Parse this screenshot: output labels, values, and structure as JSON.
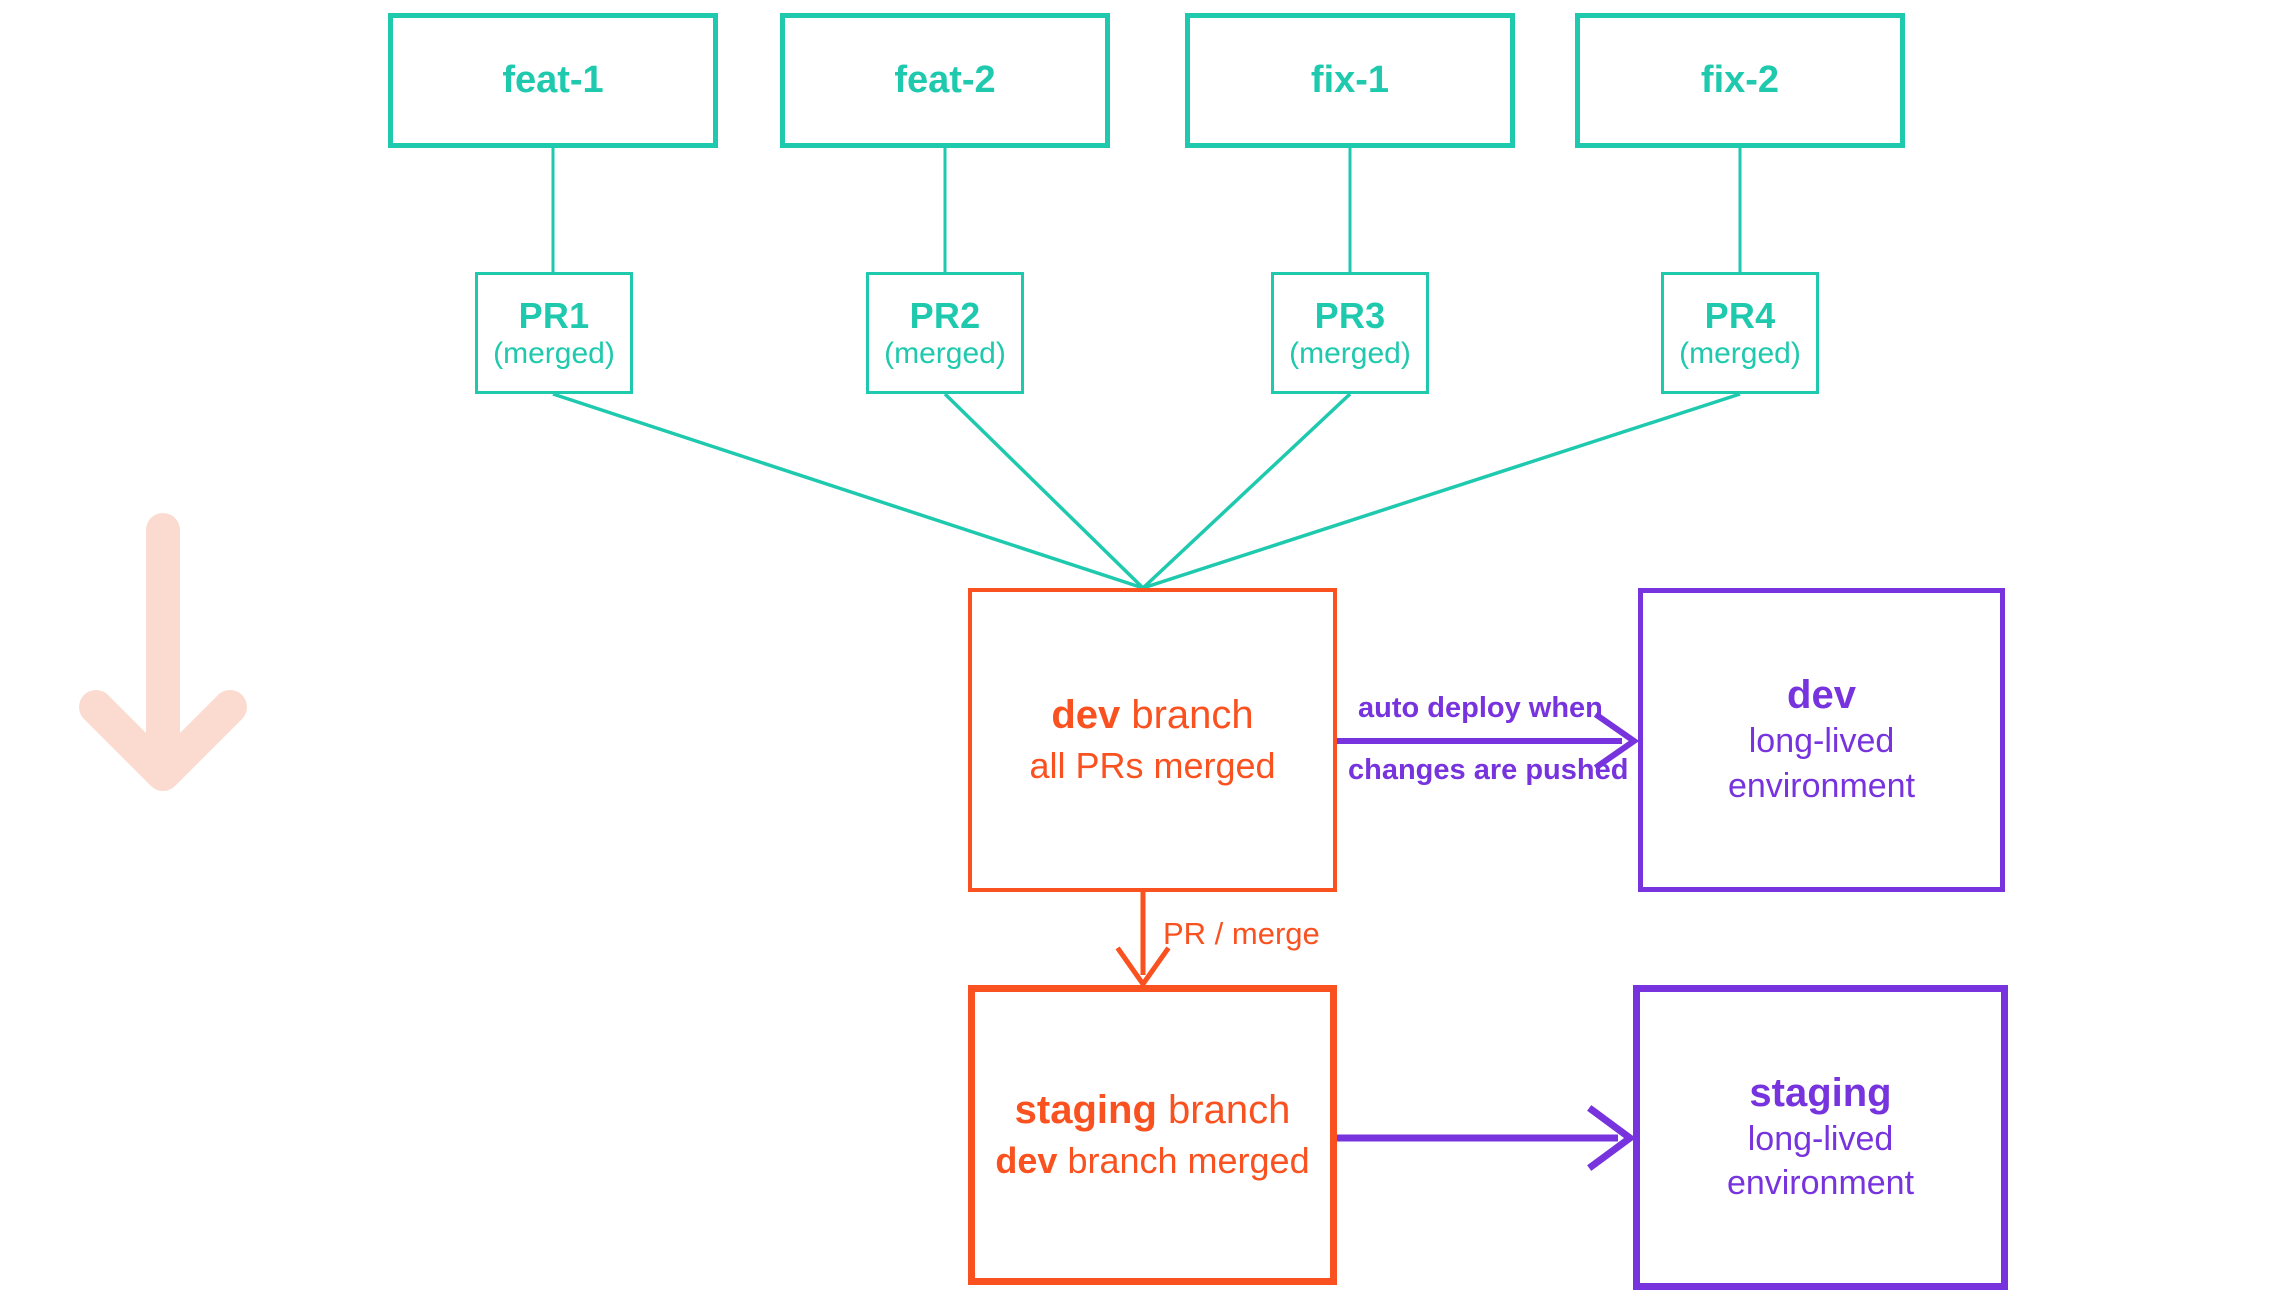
{
  "diagram": {
    "title": "git branch and environment promotion flow",
    "colors": {
      "branch_teal": "#1ec9ae",
      "branch_orange": "#f9511f",
      "environment_purple": "#7733dd",
      "decoration_pink": "#fbdbd0",
      "background": "#ffffff"
    },
    "feature_branches": [
      {
        "label": "feat-1"
      },
      {
        "label": "feat-2"
      },
      {
        "label": "fix-1"
      },
      {
        "label": "fix-2"
      }
    ],
    "pull_requests": [
      {
        "title": "PR1",
        "status": "(merged)"
      },
      {
        "title": "PR2",
        "status": "(merged)"
      },
      {
        "title": "PR3",
        "status": "(merged)"
      },
      {
        "title": "PR4",
        "status": "(merged)"
      }
    ],
    "dev_branch": {
      "name": "dev",
      "name_suffix": " branch",
      "detail": "all PRs merged"
    },
    "staging_branch": {
      "name": "staging",
      "name_suffix": " branch",
      "detail_strong": "dev",
      "detail_rest": " branch merged"
    },
    "dev_environment": {
      "name": "dev",
      "sub_line1": "long-lived",
      "sub_line2": "environment"
    },
    "staging_environment": {
      "name": "staging",
      "sub_line1": "long-lived",
      "sub_line2": "environment"
    },
    "edge_labels": {
      "auto_deploy_line1": "auto deploy when",
      "auto_deploy_line2": "changes are pushed",
      "pr_merge": "PR / merge"
    },
    "decoration": {
      "down_arrow_name": "down-arrow-icon"
    }
  }
}
